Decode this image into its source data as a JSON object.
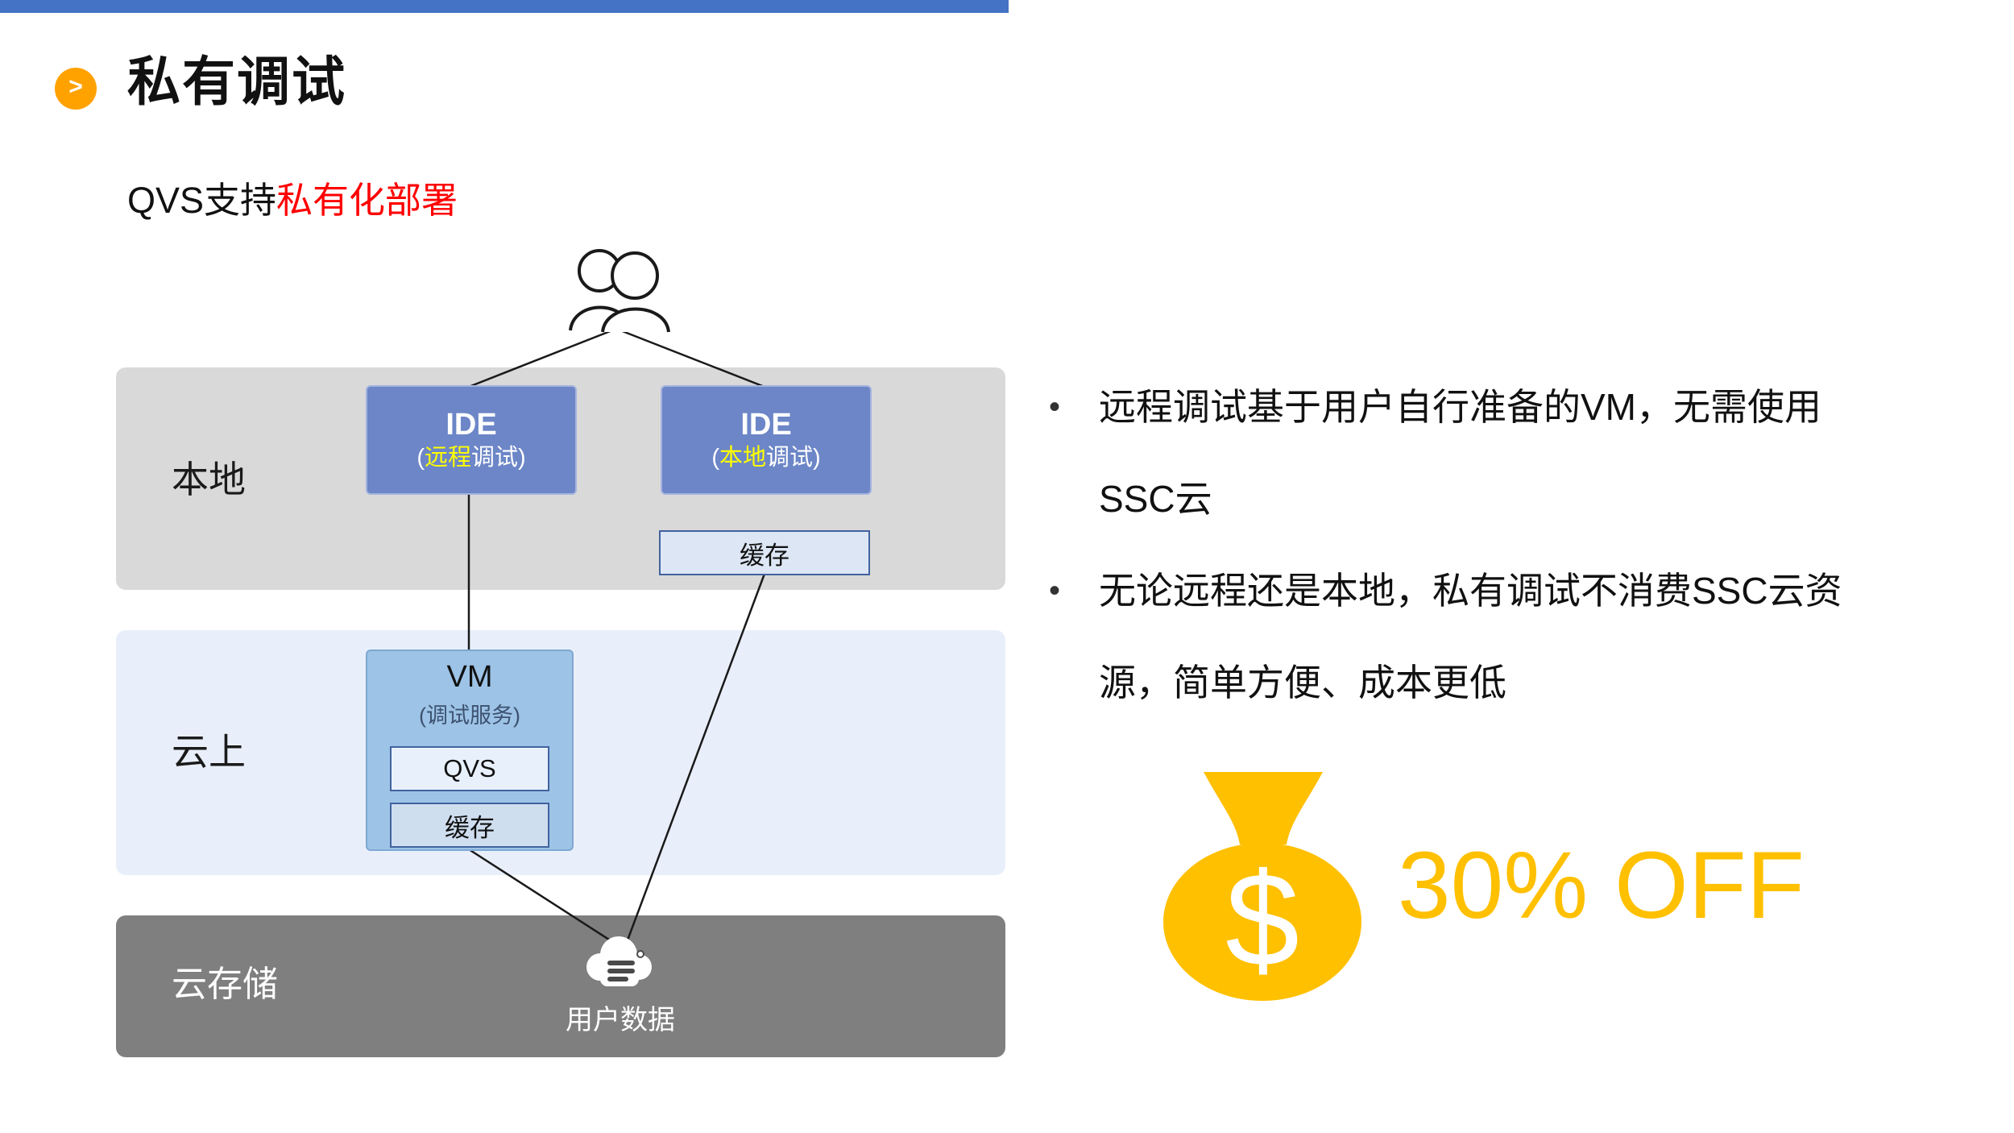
{
  "page": {
    "title": "私有调试",
    "subtitle_prefix": "QVS支持",
    "subtitle_highlight": "私有化部署"
  },
  "icons": {
    "chevron": ">",
    "dot": "•"
  },
  "diagram": {
    "local_label": "本地",
    "cloud_label": "云上",
    "storage_label": "云存储",
    "ide_remote": {
      "name": "IDE",
      "prefix": "(",
      "highlight": "远程",
      "suffix": "调试)"
    },
    "ide_local": {
      "name": "IDE",
      "prefix": "(",
      "highlight": "本地",
      "suffix": "调试)"
    },
    "cache_label": "缓存",
    "vm": {
      "name": "VM",
      "subtitle": "(调试服务)",
      "qvs": "QVS",
      "cache": "缓存"
    },
    "user_data": "用户数据"
  },
  "bullets": [
    {
      "line1": "远程调试基于用户自行准备的VM，无需使用",
      "line2": "SSC云"
    },
    {
      "line1": "无论远程还是本地，私有调试不消费SSC云资",
      "line2": "源，简单方便、成本更低"
    }
  ],
  "promo": {
    "dollar": "$",
    "discount": "30% OFF"
  },
  "colors": {
    "accent_bar": "#4472C4",
    "title_bullet": "#FFA200",
    "highlight_red": "#FF0000",
    "ide_blue": "#6C86C7",
    "ide_highlight_yellow": "#FFFF00",
    "vm_blue": "#9DC3E6",
    "band_local": "#D9D9D9",
    "band_cloud": "#E9EFFA",
    "band_storage": "#7F7F7F",
    "promo_gold": "#FFC000"
  }
}
